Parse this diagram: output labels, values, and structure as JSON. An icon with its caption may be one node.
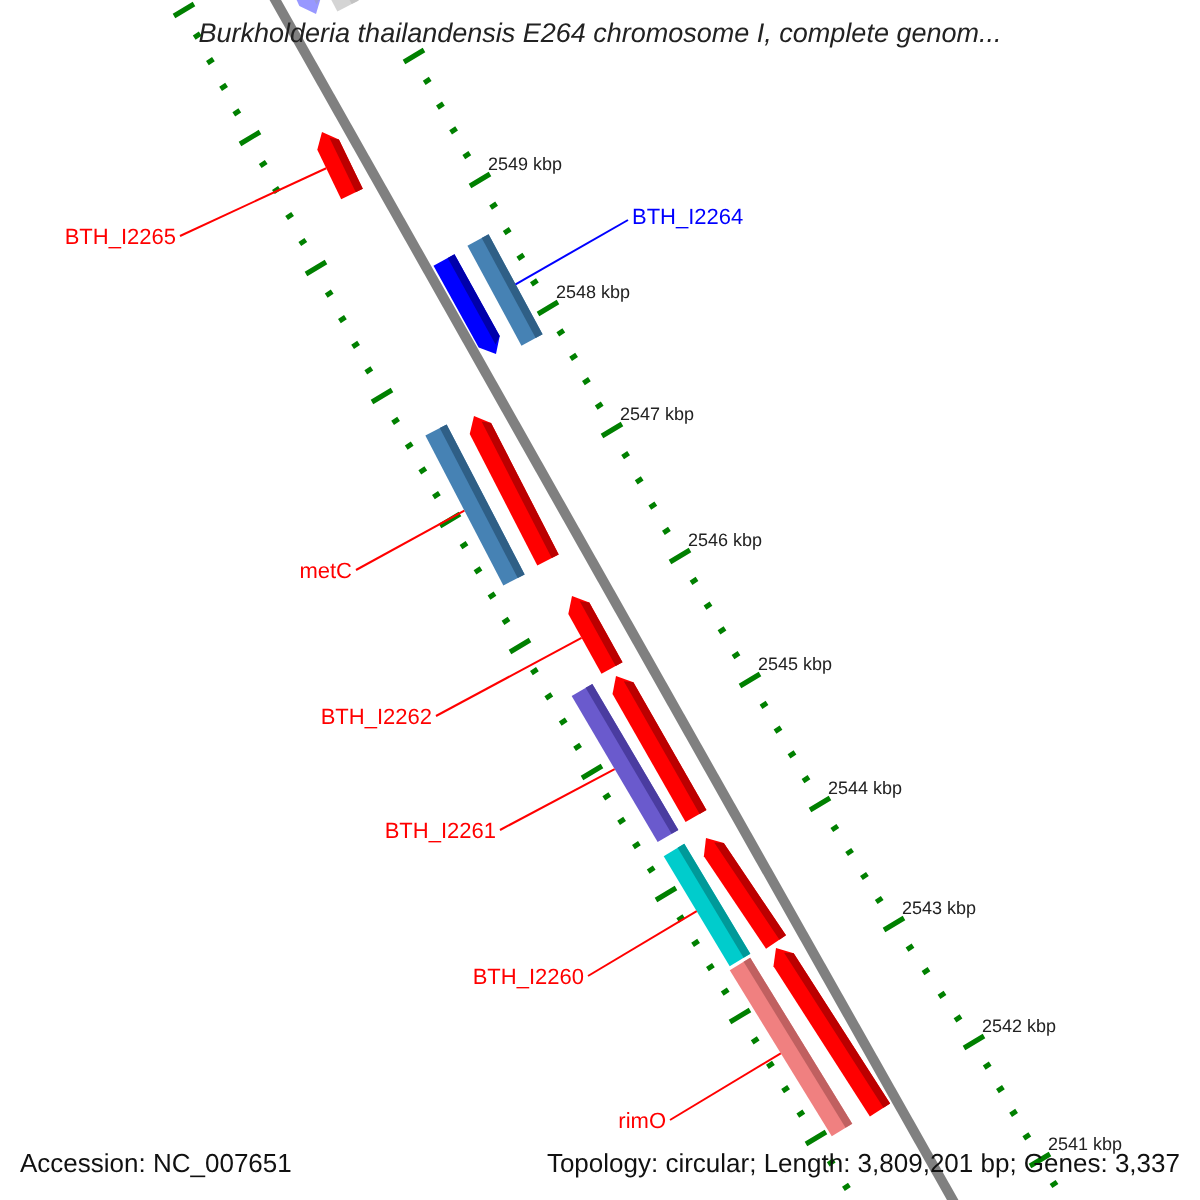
{
  "diagram": {
    "title": "Burkholderia thailandensis E264 chromosome I, complete genom...",
    "nodes": [
      {
        "text": [],
        "shape": "bar"
      },
      {
        "text": [],
        "shape": "bar"
      },
      {
        "text": [
          "BTH_I2265"
        ]
      },
      {
        "text": [],
        "shape": "bar"
      },
      {
        "text": [
          "BTH_I2264"
        ]
      },
      {
        "text": [],
        "shape": "bar"
      },
      {
        "text": [],
        "shape": "bar"
      },
      {
        "text": [],
        "shape": "bar"
      },
      {
        "text": [],
        "shape": "bar"
      },
      {
        "text": [
          "metC"
        ]
      },
      {
        "text": [],
        "shape": "bar"
      },
      {
        "text": [
          "BTH_I2262"
        ]
      },
      {
        "text": [],
        "shape": "bar"
      },
      {
        "text": [],
        "shape": "bar"
      },
      {
        "text": [
          "BTH_I2261"
        ]
      },
      {
        "text": [],
        "shape": "bar"
      },
      {
        "text": [],
        "shape": "bar"
      },
      {
        "text": [
          "BTH_I2260"
        ]
      },
      {
        "text": [],
        "shape": "bar"
      },
      {
        "text": [],
        "shape": "bar"
      },
      {
        "text": [
          "rimO"
        ]
      }
    ],
    "edges": [
      {
        "from": 2,
        "to": 3,
        "arrow": "none"
      },
      {
        "from": 4,
        "to": 6,
        "arrow": "none",
        "color": "#0000ff"
      },
      {
        "from": 9,
        "to": 7,
        "arrow": "none"
      },
      {
        "from": 11,
        "to": 10,
        "arrow": "none"
      },
      {
        "from": 14,
        "to": 12,
        "arrow": "none"
      },
      {
        "from": 17,
        "to": 15,
        "arrow": "none"
      },
      {
        "from": 20,
        "to": 18,
        "arrow": "none"
      }
    ],
    "labels": [
      "2549 kbp",
      "2548 kbp",
      "2547 kbp",
      "2546 kbp",
      "2545 kbp",
      "2544 kbp",
      "2543 kbp",
      "2542 kbp",
      "2541 kbp",
      "Accession: NC_007651",
      "Topology: circular; Length: 3,809,201 bp; Genes: 3,337"
    ]
  }
}
